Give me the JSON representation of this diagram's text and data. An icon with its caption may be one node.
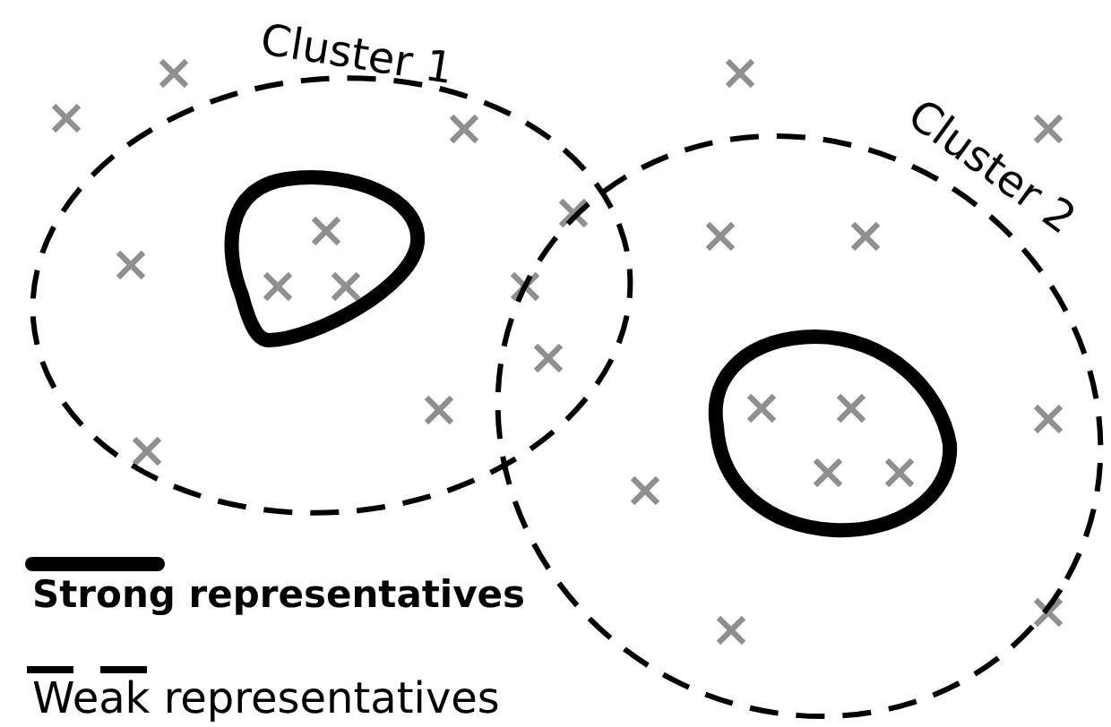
{
  "diagram": {
    "nodes": [
      {
        "text": [
          "Cluster 1"
        ]
      },
      {
        "text": [],
        "shape": "blob",
        "in": 0
      },
      {
        "text": [
          "Cluster 2"
        ]
      },
      {
        "text": [],
        "shape": "blob",
        "in": 2
      }
    ],
    "legend": [
      {
        "text": "Strong representatives"
      },
      {
        "text": "Weak representatives"
      }
    ]
  }
}
